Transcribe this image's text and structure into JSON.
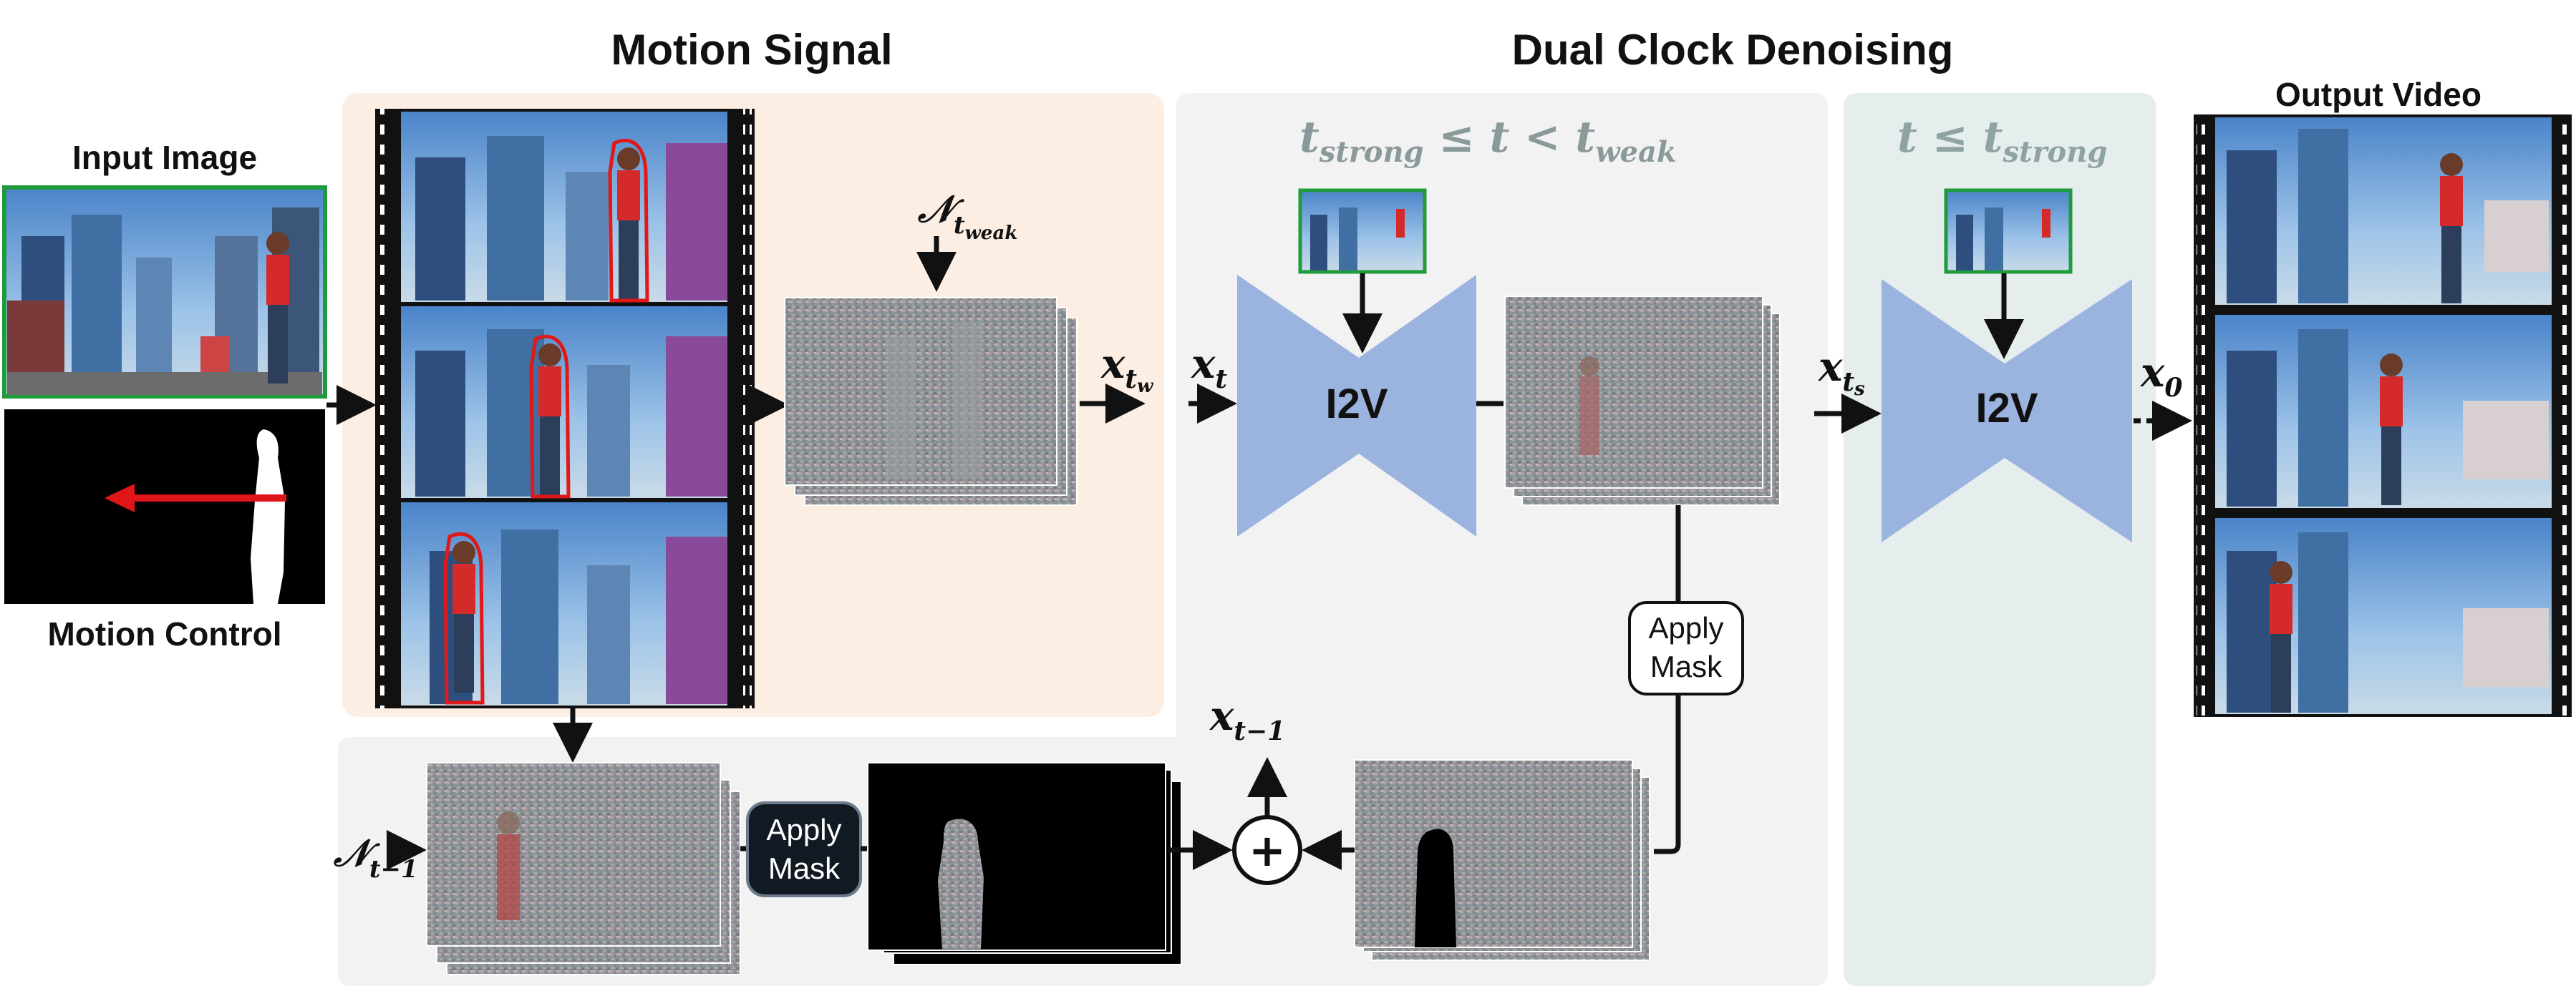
{
  "titles": {
    "motion_signal": "Motion Signal",
    "dual_clock": "Dual Clock Denoising",
    "input_image": "Input Image",
    "motion_control": "Motion Control",
    "output_video": "Output Video"
  },
  "conditions": {
    "weak_range": "tₛₜᵣₒₙg ≤ t < tᵥᵉₐₖ",
    "strong_range": "t ≤ tₛₜᵣₒₙg"
  },
  "math": {
    "noise_weak": "𝒩",
    "noise_weak_sub": "t_weak",
    "noise_prev": "𝒩",
    "noise_prev_sub": "t−1",
    "x_tw": "x",
    "x_tw_sub": "t_w",
    "x_t": "x",
    "x_t_sub": "t",
    "x_ts": "x",
    "x_ts_sub": "t_s",
    "x_0": "x",
    "x_0_sub": "0",
    "x_tm1": "x",
    "x_tm1_sub": "t−1",
    "plus": "+"
  },
  "blocks": {
    "i2v_1": "I2V",
    "i2v_2": "I2V",
    "apply_mask_1_line1": "Apply",
    "apply_mask_1_line2": "Mask",
    "apply_mask_2_line1": "Apply",
    "apply_mask_2_line2": "Mask"
  },
  "colors": {
    "motion_panel": "#fdeee4",
    "dual_panel": "#f2f2f2",
    "strong_panel": "#e6eded",
    "bottom_panel": "#f2f2f2",
    "i2v_fill": "#9bb4df",
    "frame_border_green": "#1f9a3c",
    "mask_arrow": "#e0151a",
    "condition_text": "#8a9a9a",
    "outline_red": "#e01818"
  }
}
